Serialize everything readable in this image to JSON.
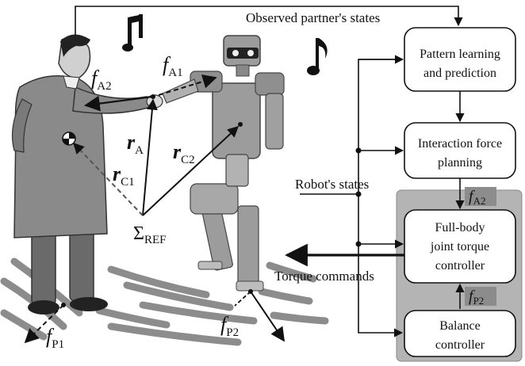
{
  "labels": {
    "observed_states": "Observed partner's states",
    "robot_states": "Robot's states",
    "torque_commands": "Torque commands"
  },
  "blocks": {
    "pattern": [
      "Pattern learning",
      "and prediction"
    ],
    "interaction": [
      "Interaction force",
      "planning"
    ],
    "fullbody": [
      "Full-body",
      "joint torque",
      "controller"
    ],
    "balance": [
      "Balance",
      "controller"
    ]
  },
  "symbols": {
    "fA2_block": {
      "base": "f",
      "sub": "A2"
    },
    "fP2_block": {
      "base": "f",
      "sub": "P2"
    },
    "fA1": {
      "base": "f",
      "sub": "A1"
    },
    "fA2": {
      "base": "f",
      "sub": "A2"
    },
    "rA": {
      "base": "r",
      "sub": "A"
    },
    "rC1": {
      "base": "r",
      "sub": "C1"
    },
    "rC2": {
      "base": "r",
      "sub": "C2"
    },
    "sigma": {
      "base": "Σ",
      "sub": "REF"
    },
    "fP1": {
      "base": "f",
      "sub": "P1"
    },
    "fP2": {
      "base": "f",
      "sub": "P2"
    }
  },
  "colors": {
    "panel": "#b4b4b4",
    "block_fill": "#ffffff",
    "human_coat": "#8a8a8a",
    "robot_body": "#9c9c9c",
    "floor_stroke": "#8c8c8c"
  },
  "icons": [
    "music-note-icon",
    "music-note-icon"
  ]
}
